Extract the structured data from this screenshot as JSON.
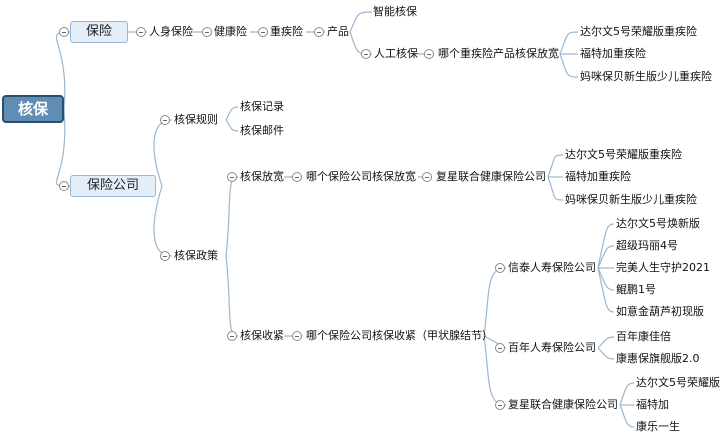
{
  "root": {
    "label": "核保"
  },
  "branches": {
    "baoxian": {
      "label": "保险",
      "chain": [
        "人身保险",
        "健康险",
        "重疾险",
        "产品"
      ],
      "chanpin": {
        "zhineng": "智能核保",
        "rengong": "人工核保",
        "question": "哪个重疾险产品核保放宽",
        "products": [
          "达尔文5号荣耀版重疾险",
          "福特加重疾险",
          "妈咪保贝新生版少儿重疾险"
        ]
      }
    },
    "gongsi": {
      "label": "保险公司",
      "guize": {
        "label": "核保规则",
        "items": [
          "核保记录",
          "核保邮件"
        ]
      },
      "zhengce": {
        "label": "核保政策",
        "fangkuan": {
          "label": "核保放宽",
          "question": "哪个保险公司核保放宽",
          "company": "复星联合健康保险公司",
          "products": [
            "达尔文5号荣耀版重疾险",
            "福特加重疾险",
            "妈咪保贝新生版少儿重疾险"
          ]
        },
        "shoujin": {
          "label": "核保收紧",
          "question": "哪个保险公司核保收紧（甲状腺结节）",
          "companies": [
            {
              "name": "信泰人寿保险公司",
              "products": [
                "达尔文5号焕新版",
                "超级玛丽4号",
                "完美人生守护2021",
                "鲲鹏1号",
                "如意金葫芦初现版"
              ]
            },
            {
              "name": "百年人寿保险公司",
              "products": [
                "百年康佳倍",
                "康惠保旗舰版2.0"
              ]
            },
            {
              "name": "复星联合健康保险公司",
              "products": [
                "达尔文5号荣耀版",
                "福特加",
                "康乐一生"
              ]
            }
          ]
        }
      }
    }
  }
}
